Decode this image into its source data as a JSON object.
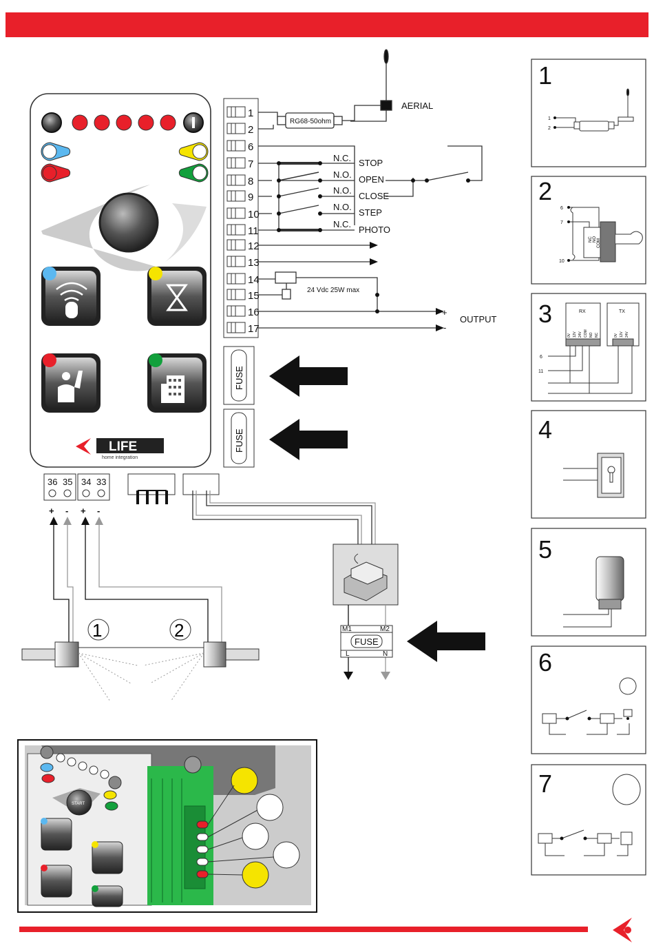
{
  "colors": {
    "accent": "#e8202a",
    "led_red": "#e8202a",
    "led_yellow": "#f5e400",
    "led_green": "#12a03c",
    "led_blue": "#5bb8f0"
  },
  "terminals": [
    "1",
    "2",
    "6",
    "7",
    "8",
    "9",
    "10",
    "11",
    "12",
    "13",
    "14",
    "15",
    "16",
    "17"
  ],
  "wiring": {
    "cable": "RG68-50ohm",
    "aerial": "AERIAL",
    "contacts": [
      "N.C.",
      "N.O.",
      "N.O.",
      "N.O.",
      "N.C."
    ],
    "functions": [
      "STOP",
      "OPEN",
      "CLOSE",
      "STEP",
      "PHOTO"
    ],
    "lamp_spec": "24 Vdc 25W max",
    "plus": "+",
    "minus": "-",
    "output": "OUTPUT",
    "fuse": "FUSE"
  },
  "motor_terminals": {
    "numbers": [
      "36",
      "35",
      "34",
      "33"
    ],
    "signs": [
      "+",
      "-",
      "+",
      "-"
    ]
  },
  "gate": {
    "leaf_1": "1",
    "leaf_2": "2"
  },
  "mains": {
    "m1": "M1",
    "m2": "M2",
    "fuse": "FUSE",
    "l": "L",
    "n": "N"
  },
  "brand": {
    "name": "LIFE",
    "tagline": "home integration"
  },
  "closeup": {
    "start": "START"
  },
  "panels": [
    {
      "number": "1",
      "pins": [
        "1",
        "2"
      ]
    },
    {
      "number": "2",
      "pins": [
        "6",
        "7",
        "10"
      ],
      "contacts": [
        "NC",
        "NO",
        "COM"
      ]
    },
    {
      "number": "3",
      "rx": "RX",
      "tx": "TX",
      "pins": [
        "6",
        "11"
      ],
      "rx_terms": [
        "0V",
        "12V",
        "24V",
        "COM",
        "NO",
        "NC"
      ],
      "tx_terms": [
        "0V",
        "12V",
        "24V"
      ]
    },
    {
      "number": "4"
    },
    {
      "number": "5"
    },
    {
      "number": "6"
    },
    {
      "number": "7"
    }
  ]
}
